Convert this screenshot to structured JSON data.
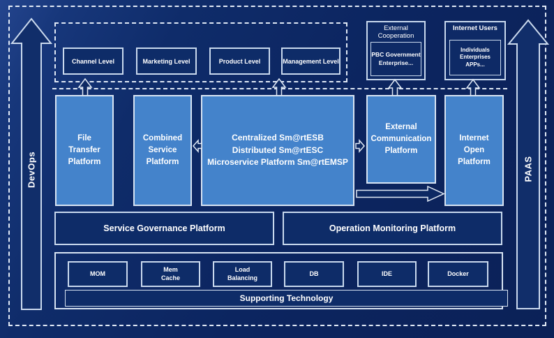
{
  "side_rails": {
    "left_label": "DevOps",
    "right_label": "PAAS"
  },
  "levels_row": {
    "items": [
      {
        "label": "Channel Level"
      },
      {
        "label": "Marketing Level"
      },
      {
        "label": "Product Level"
      },
      {
        "label": "Management Level"
      }
    ]
  },
  "external_cooperation": {
    "title": "External\nCooperation",
    "content": "PBC Government\nEnterprise..."
  },
  "internet_users": {
    "title": "Internet Users",
    "content": "Individuals\nEnterprises\nAPPs..."
  },
  "platforms": [
    {
      "label": "File\nTransfer\nPlatform"
    },
    {
      "label": "Combined\nService\nPlatform"
    },
    {
      "label": "Centralized Sm@rtESB\nDistributed Sm@rtESC\nMicroservice Platform Sm@rtEMSP"
    },
    {
      "label": "External\nCommunication\nPlatform"
    },
    {
      "label": "Internet\nOpen\nPlatform"
    }
  ],
  "governance_row": {
    "left": "Service Governance Platform",
    "right": "Operation Monitoring Platform"
  },
  "supporting": {
    "items": [
      {
        "label": "MOM"
      },
      {
        "label": "Mem\nCache"
      },
      {
        "label": "Load\nBalancing"
      },
      {
        "label": "DB"
      },
      {
        "label": "IDE"
      },
      {
        "label": "Docker"
      }
    ],
    "bar_label": "Supporting Technology"
  },
  "colors": {
    "background": "#0c2560",
    "light_box": "#4483cb",
    "dark_box": "#0e2c68",
    "line": "#d8e4f3",
    "text": "#ffffff"
  }
}
